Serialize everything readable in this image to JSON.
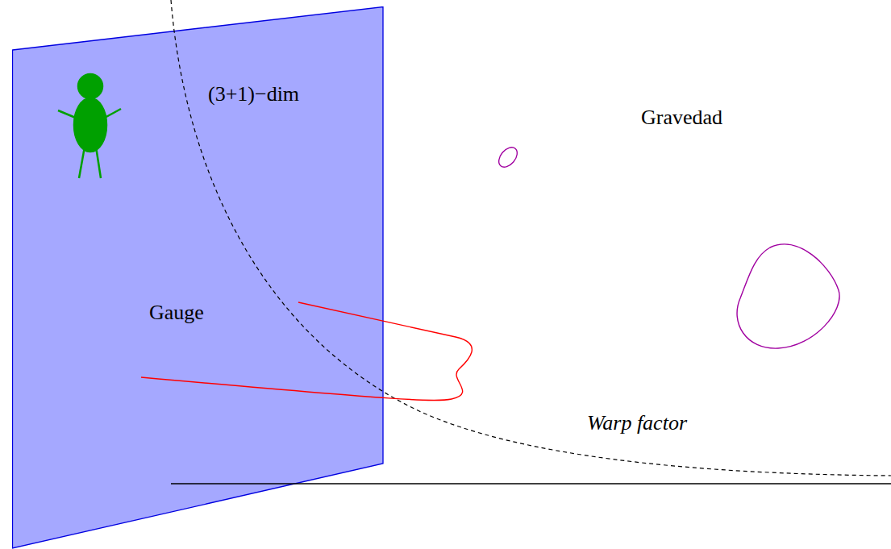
{
  "diagram": {
    "nodes": [
      {
        "text": [
          "(3+1)−dim",
          "Gauge"
        ]
      }
    ],
    "labels": [
      "Gravedad",
      "Warp factor"
    ]
  }
}
